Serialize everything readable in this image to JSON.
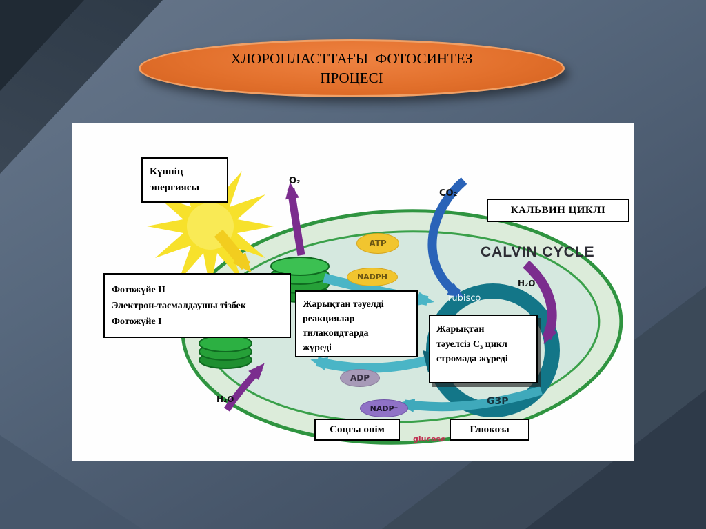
{
  "slide": {
    "title_line1": "ХЛОРОПЛАСТТАҒЫ  ФОТОСИНТЕЗ",
    "title_line2": "ПРОЦЕСІ"
  },
  "diagram": {
    "sun_energy": "Күннің\nэнергиясы",
    "o2": "O₂",
    "co2": "CO₂",
    "calvin_box": "КАЛЬВИН ЦИКЛІ",
    "calvin_title": "CALVIN CYCLE",
    "atp": "ATP",
    "nadph": "NADPH",
    "photosystem": "Фотожүйе II\nЭлектрон-тасмалдаушы тізбек\nФотожүйе I",
    "light_dependent": "Жарықтан тәуелді\nреакциялар\nтилакоидтарда\nжүреді",
    "rubisco": "rubisco",
    "h2o_right": "H₂O",
    "light_independent": "Жарықтан\nтәуелсіз С₃ цикл\nстромада жүреді",
    "adp": "ADP",
    "nadp_plus": "NADP⁺",
    "h2o_left": "H₂O",
    "g3p": "G3P",
    "glucose_note": "glucose",
    "final_product": "Соңғы өнім",
    "glucose": "Глюкоза"
  },
  "colors": {
    "title_fill": "#e2702c",
    "chloroplast_stroke": "#2f9440",
    "calvin_ring": "#137688",
    "arrow_purple": "#7b2d8e",
    "arrow_blue": "#2a63b8",
    "arrow_teal": "#4ab5c6",
    "atp_yellow": "#f1c52f"
  }
}
